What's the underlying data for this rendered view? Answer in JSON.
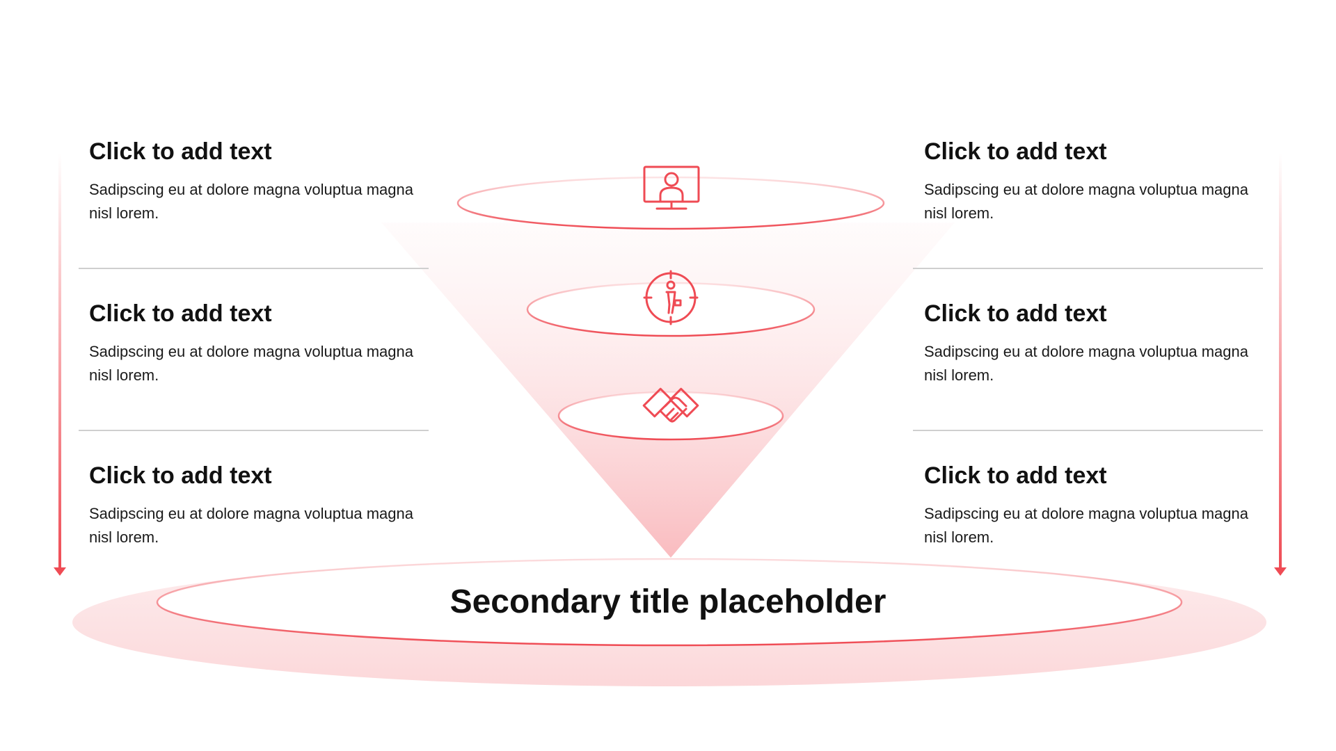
{
  "colors": {
    "accent": "#ef4b54",
    "accent_light": "#fbd3d5",
    "divider": "#cfcfcf",
    "text": "#111111"
  },
  "left_items": [
    {
      "title": "Click to add text",
      "body": "Sadipscing eu at dolore magna voluptua magna nisl lorem."
    },
    {
      "title": "Click to add text",
      "body": "Sadipscing eu at dolore magna voluptua magna nisl lorem."
    },
    {
      "title": "Click to add text",
      "body": "Sadipscing eu at dolore magna voluptua magna nisl lorem."
    }
  ],
  "right_items": [
    {
      "title": "Click to add text",
      "body": "Sadipscing eu at dolore magna voluptua magna nisl lorem."
    },
    {
      "title": "Click to add text",
      "body": "Sadipscing eu at dolore magna voluptua magna nisl lorem."
    },
    {
      "title": "Click to add text",
      "body": "Sadipscing eu at dolore magna voluptua magna nisl lorem."
    }
  ],
  "funnel_icons": [
    "monitor-person-icon",
    "target-person-icon",
    "handshake-icon"
  ],
  "secondary_title": "Secondary title placeholder"
}
